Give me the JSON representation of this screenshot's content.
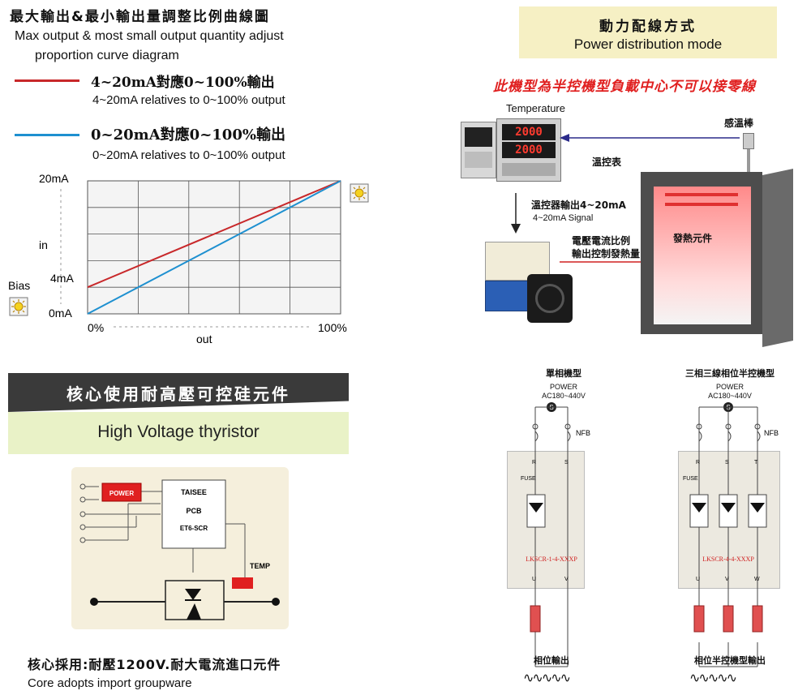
{
  "chart_section": {
    "title_zh": "最大輸出&最小輸出量調整比例曲線圖",
    "title_en_line1": "Max output & most small output quantity adjust",
    "title_en_line2": "proportion curve diagram",
    "legend": [
      {
        "zh": "4~20mA對應0~100%輸出",
        "en": "4~20mA relatives to 0~100% output",
        "color": "#c8282a"
      },
      {
        "zh": "0~20mA對應0~100%輸出",
        "en": "0~20mA relatives to 0~100% output",
        "color": "#1e90d0"
      }
    ],
    "y_ticks": [
      "20mA",
      "4mA",
      "0mA"
    ],
    "y_axis_label": "in",
    "x_ticks": [
      "0%",
      "100%"
    ],
    "x_axis_label": "out",
    "bias_label": "Bias"
  },
  "chart_data": {
    "type": "line",
    "x": [
      0,
      100
    ],
    "series": [
      {
        "name": "4~20mA relatives to 0~100% output",
        "values": [
          4,
          20
        ],
        "color": "#c8282a"
      },
      {
        "name": "0~20mA relatives to 0~100% output",
        "values": [
          0,
          20
        ],
        "color": "#1e90d0"
      }
    ],
    "xlabel": "out",
    "ylabel": "in",
    "xlim": [
      0,
      100
    ],
    "ylim": [
      0,
      20
    ],
    "grid": true
  },
  "power_section": {
    "title_zh": "動力配線方式",
    "title_en": "Power distribution mode",
    "warning": "此機型為半控機型負載中心不可以接零線",
    "temperature_label": "Temperature",
    "sensor_label": "感溫棒",
    "controller_label": "溫控表",
    "signal_zh": "溫控器輸出4~20mA",
    "signal_en": "4~20mA Signal",
    "ratio_line1": "電壓電流比例",
    "ratio_line2": "輸出控制發熱量",
    "heater_label": "發熱元件",
    "display1": "2000",
    "display2": "2000"
  },
  "thyristor_section": {
    "banner_zh": "核心使用耐高壓可控硅元件",
    "banner_en": "High Voltage thyristor",
    "power_box": "POWER",
    "chip_lines": [
      "TAISEE",
      "PCB",
      "ET6-SCR"
    ],
    "temp_label": "TEMP",
    "caption_zh": "核心採用:耐壓1200V.耐大電流進口元件",
    "caption_en": "Core adopts import groupware"
  },
  "wiring_section": {
    "single": {
      "title": "單相機型",
      "power": "POWER",
      "voltage": "AC180~440V",
      "nfb": "NFB",
      "terminals_top": [
        "R",
        "S"
      ],
      "fuse": "FUSE",
      "model": "LKSCR-1-4-XXXP",
      "terminals_bottom": [
        "U",
        "V"
      ],
      "output_label": "相位輸出"
    },
    "three": {
      "title": "三相三線相位半控機型",
      "power": "POWER",
      "voltage": "AC180~440V",
      "nfb": "NFB",
      "terminals_top": [
        "R",
        "S",
        "T"
      ],
      "fuse": "FUSE",
      "model": "LKSCR-4-4-XXXP",
      "terminals_bottom": [
        "U",
        "V",
        "W"
      ],
      "output_label": "相位半控機型輸出"
    },
    "s_symbol": "S"
  }
}
